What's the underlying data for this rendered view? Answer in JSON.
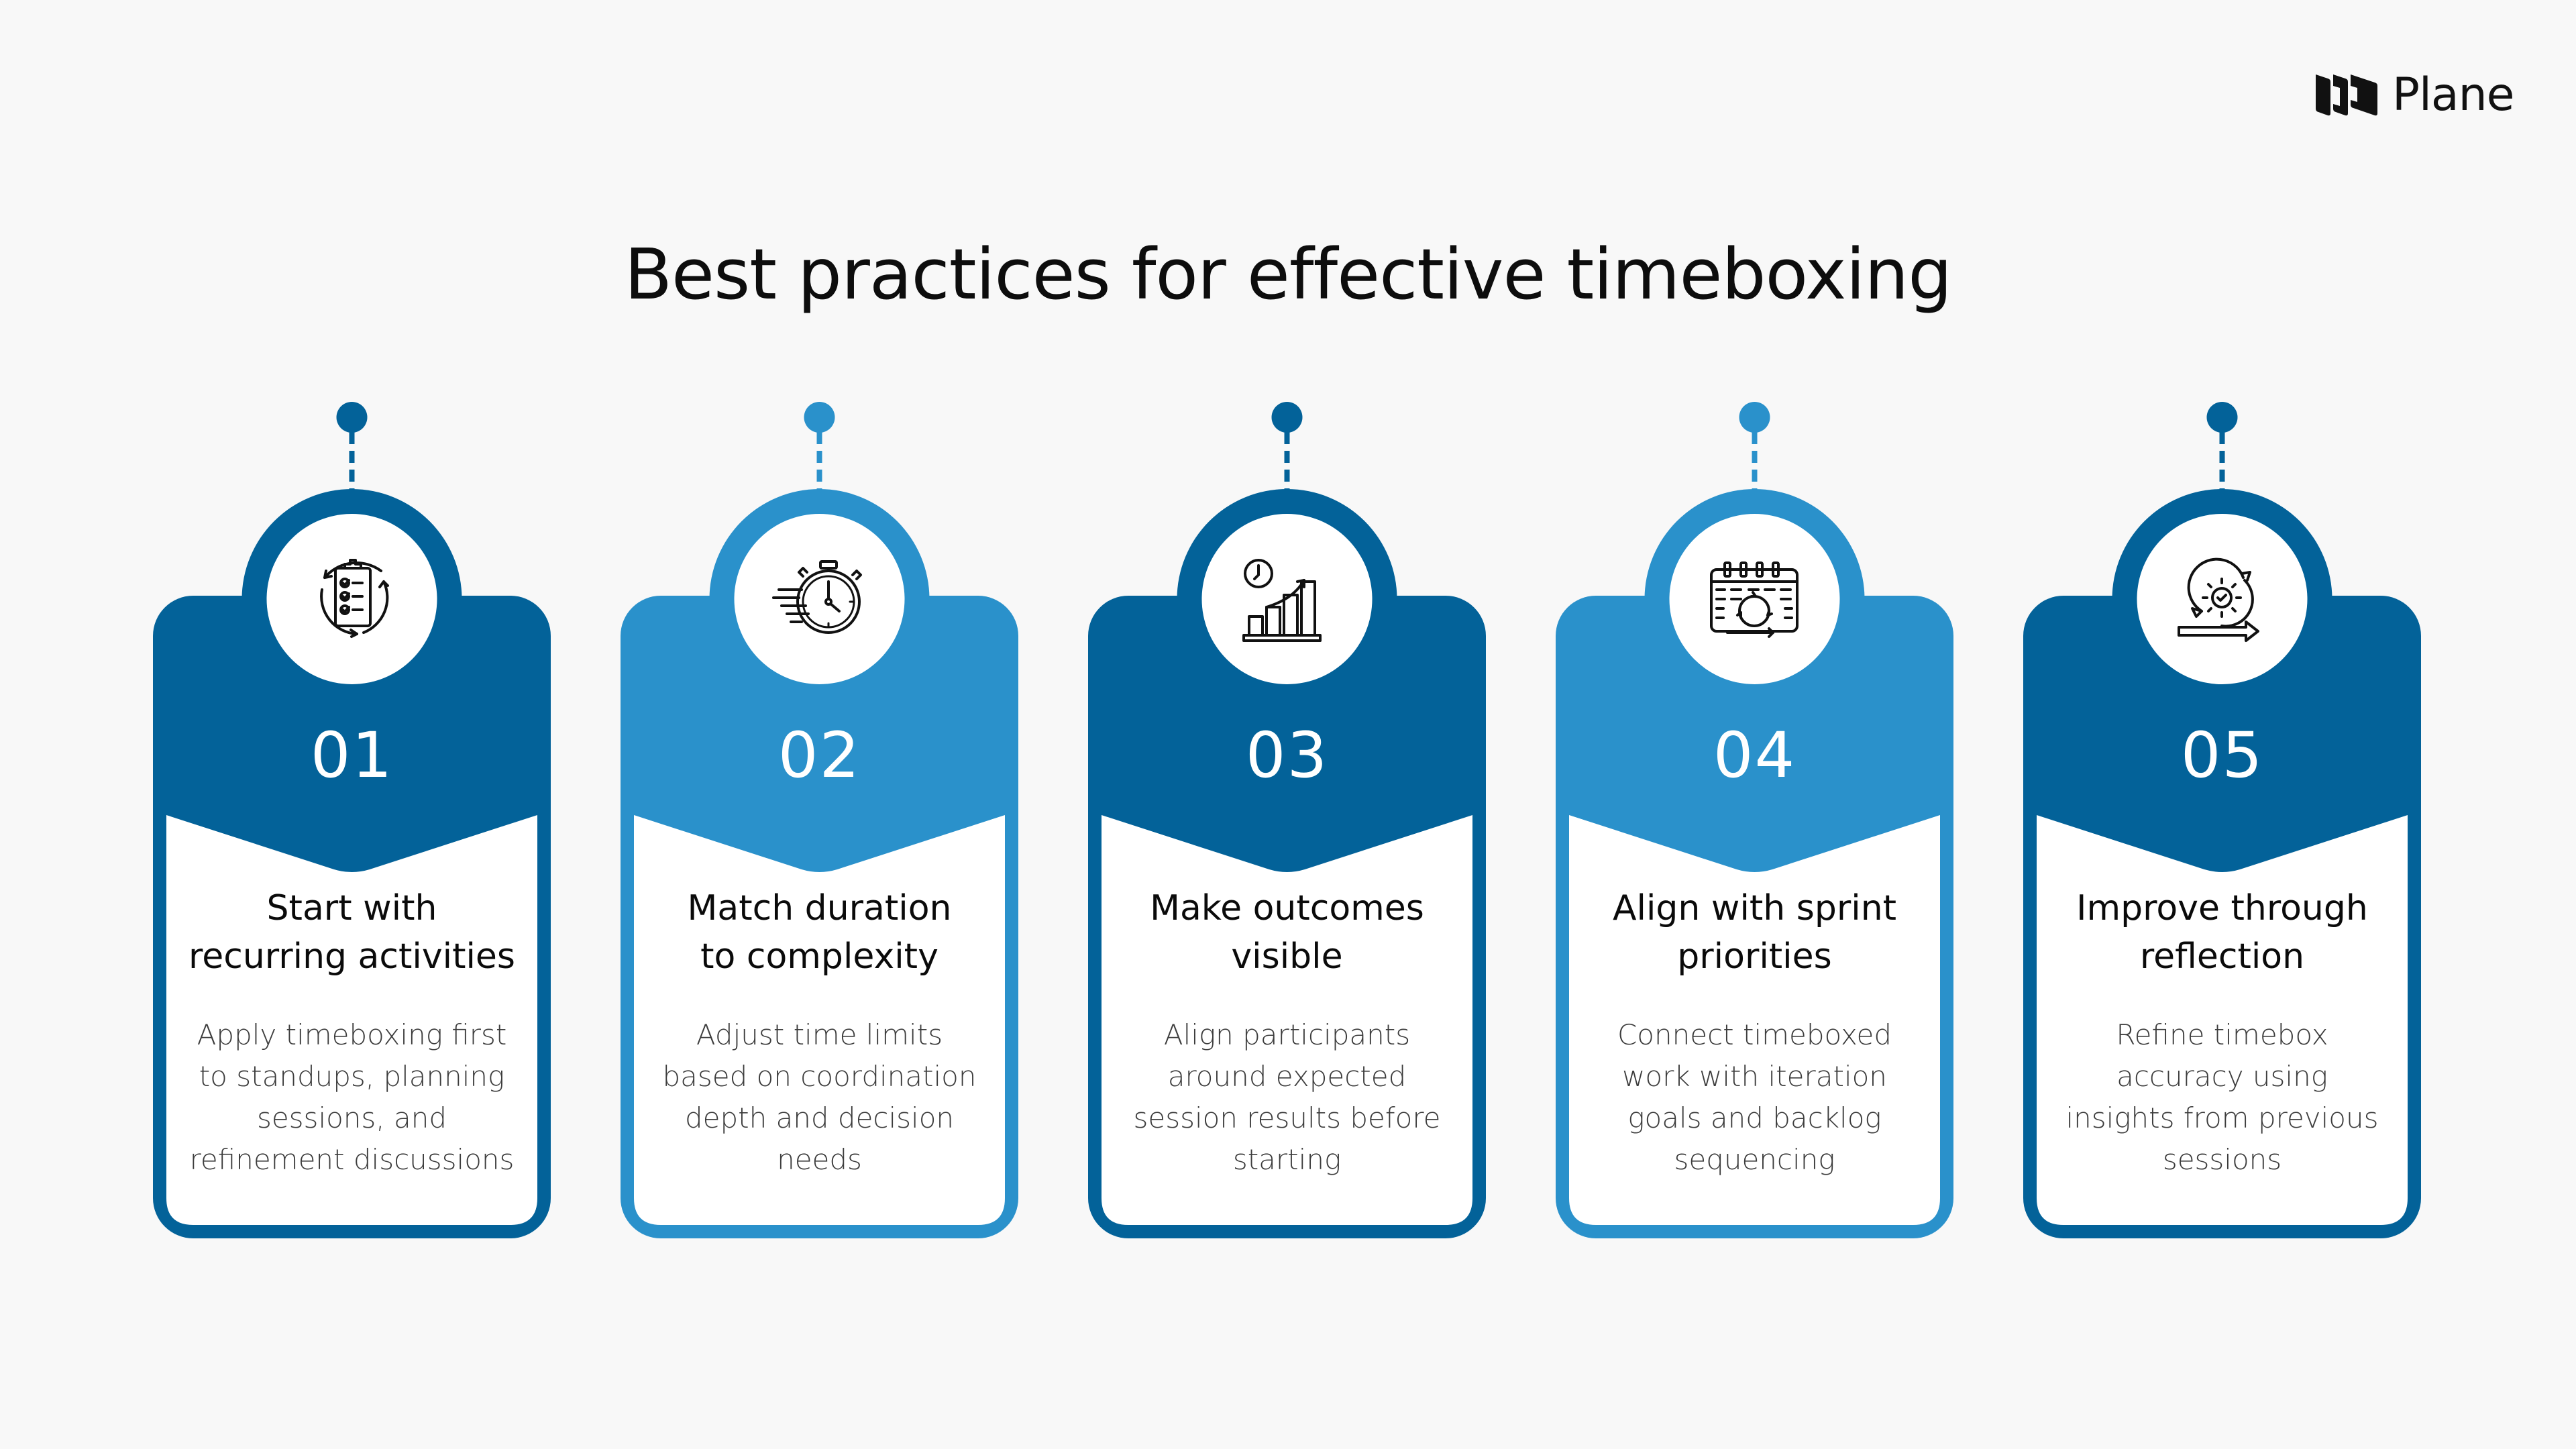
{
  "brand": {
    "name": "Plane",
    "icon": "plane-logo-icon"
  },
  "title": "Best practices for effective timeboxing",
  "colors": {
    "background": "#f8f8f8",
    "dark_blue": "#036299",
    "light_blue": "#2a91cb",
    "title_text": "#0d0d0d",
    "body_text": "#3c3c3c"
  },
  "cards": [
    {
      "number": "01",
      "color": "#036299",
      "icon": "clipboard-checklist-cycle-icon",
      "title_lines": [
        "Start with",
        "recurring activities"
      ],
      "title": "Start with recurring activities",
      "body": "Apply timeboxing first to standups, planning sessions, and refinement discussions",
      "body_lines": [
        "Apply timeboxing first",
        "to standups, planning",
        "sessions, and",
        "refinement discussions"
      ]
    },
    {
      "number": "02",
      "color": "#2a91cb",
      "icon": "stopwatch-speed-icon",
      "title_lines": [
        "Match duration",
        "to complexity"
      ],
      "title": "Match duration to complexity",
      "body": "Adjust time limits based on coordination depth and decision needs",
      "body_lines": [
        "Adjust time limits",
        "based on coordination",
        "depth and decision",
        "needs"
      ]
    },
    {
      "number": "03",
      "color": "#036299",
      "icon": "clock-growth-chart-icon",
      "title_lines": [
        "Make outcomes",
        "visible"
      ],
      "title": "Make outcomes visible",
      "body": "Align participants around expected session results before starting",
      "body_lines": [
        "Align participants",
        "around expected",
        "session results before",
        "starting"
      ]
    },
    {
      "number": "04",
      "color": "#2a91cb",
      "icon": "calendar-sprint-cycle-icon",
      "title_lines": [
        "Align with sprint",
        "priorities"
      ],
      "title": "Align with sprint priorities",
      "body": "Connect timeboxed work with iteration goals and backlog sequencing",
      "body_lines": [
        "Connect timeboxed",
        "work with iteration",
        "goals and backlog",
        "sequencing"
      ]
    },
    {
      "number": "05",
      "color": "#036299",
      "icon": "gear-iteration-arrow-icon",
      "title_lines": [
        "Improve through",
        "reflection"
      ],
      "title": "Improve through reflection",
      "body": "Refine timebox accuracy using insights from previous sessions",
      "body_lines": [
        "Refine timebox",
        "accuracy using",
        "insights from previous",
        "sessions"
      ]
    }
  ]
}
